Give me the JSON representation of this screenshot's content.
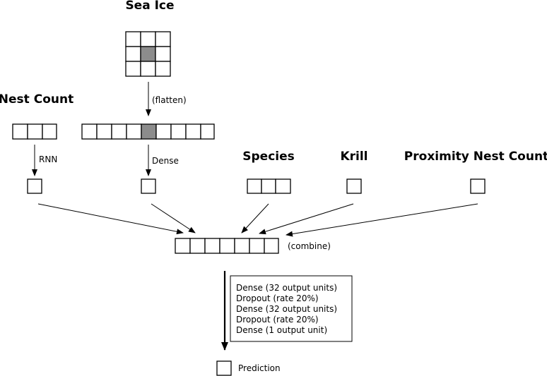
{
  "inputs": {
    "sea_ice": {
      "title": "Sea Ice"
    },
    "nest_count": {
      "title": "Nest Count"
    },
    "species": {
      "title": "Species"
    },
    "krill": {
      "title": "Krill"
    },
    "proximity": {
      "title": "Proximity Nest Count"
    }
  },
  "edge_labels": {
    "flatten": "(flatten)",
    "rnn": "RNN",
    "dense": "Dense",
    "combine": "(combine)"
  },
  "layers": [
    "Dense (32 output units)",
    "Dropout (rate 20%)",
    "Dense (32 output units)",
    "Dropout (rate 20%)",
    "Dense (1 output unit)"
  ],
  "output": {
    "label": "Prediction"
  },
  "colors": {
    "highlight": "#8c8c8c",
    "line": "#000000",
    "background": "#ffffff"
  }
}
